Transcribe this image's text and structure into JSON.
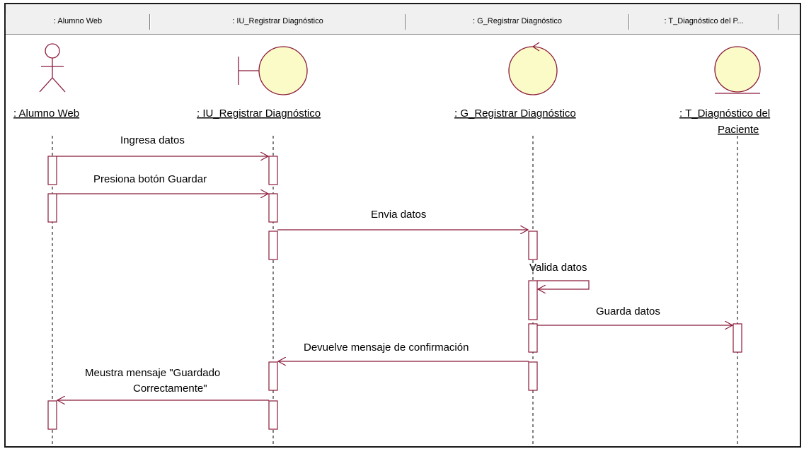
{
  "header": {
    "columns": [
      ": Alumno Web",
      ": IU_Registrar Diagnóstico",
      ": G_Registrar Diagnóstico",
      ": T_Diagnóstico del P..."
    ]
  },
  "objects": {
    "actor": ": Alumno Web",
    "boundary": ": IU_Registrar Diagnóstico",
    "control": ": G_Registrar Diagnóstico",
    "entity_line1": ": T_Diagnóstico del",
    "entity_line2": "Paciente"
  },
  "messages": {
    "m1": "Ingresa datos",
    "m2": "Presiona botón Guardar",
    "m3": "Envia datos",
    "m4": "Valida datos",
    "m5": "Guarda datos",
    "m6": "Devuelve mensaje de confirmación",
    "m7_line1": "Meustra mensaje \"Guardado",
    "m7_line2": "Correctamente\""
  },
  "colors": {
    "line": "#8b1a3a",
    "circle_fill": "#fbfbc8",
    "circle_stroke": "#8b1a3a",
    "header_bg": "#f0f0f0"
  }
}
